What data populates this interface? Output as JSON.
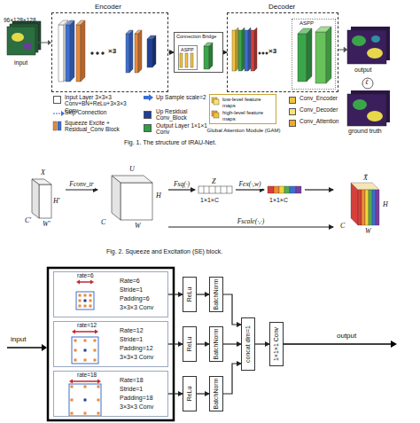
{
  "diagram": {
    "nodes": [
      {
        "text": [
          "Encoder"
        ]
      },
      {
        "text": [
          "Connection Bridge"
        ]
      },
      {
        "text": [
          "ASPP"
        ],
        "in": 1
      },
      {
        "text": [
          "Decoder"
        ]
      },
      {
        "text": [
          "ASPP"
        ],
        "in": 3
      },
      {
        "text": [
          "low-level feature maps",
          "high-level feature maps",
          "Global Attention Module (GAM)"
        ]
      },
      {
        "text": [
          "X",
          "H'",
          "W'",
          "C'"
        ]
      },
      {
        "text": [
          "U",
          "H",
          "W",
          "C"
        ]
      },
      {
        "text": [
          "Z",
          "1×1×C"
        ]
      },
      {
        "text": [
          "1×1×C"
        ]
      },
      {
        "text": [
          "X̃",
          "H",
          "W",
          "C"
        ]
      },
      {
        "text": [
          "rate=6",
          "Rate=6",
          "Stride=1",
          "Padding=6",
          "3×3×3 Conv"
        ]
      },
      {
        "text": [
          "rate=12",
          "Rate=12",
          "Stride=1",
          "Padding=12",
          "3×3×3 Conv"
        ]
      },
      {
        "text": [
          "rate=18",
          "Rate=18",
          "Stride=1",
          "Padding=18",
          "3×3×3 Conv"
        ]
      },
      {
        "text": [
          "ReLu"
        ]
      },
      {
        "text": [
          "ReLu"
        ]
      },
      {
        "text": [
          "ReLu"
        ]
      },
      {
        "text": [
          "BatchNorm"
        ]
      },
      {
        "text": [
          "BatchNorm"
        ]
      },
      {
        "text": [
          "BatchNorm"
        ]
      },
      {
        "text": [
          "concat dim=1"
        ]
      },
      {
        "text": [
          "1×1×1 Conv"
        ]
      }
    ],
    "edges": [
      {
        "from": 0,
        "to": 1,
        "arrow": "to"
      },
      {
        "from": 1,
        "to": 3,
        "arrow": "to"
      },
      {
        "from": 6,
        "to": 7,
        "label": "Fconv_tr",
        "arrow": "to"
      },
      {
        "from": 7,
        "to": 8,
        "label": "Fsq(·)",
        "arrow": "to"
      },
      {
        "from": 8,
        "to": 9,
        "label": "Fex(·,w)",
        "arrow": "to"
      },
      {
        "from": 9,
        "to": 10,
        "arrow": "to"
      },
      {
        "from": 7,
        "to": 10,
        "label": "Fscale(·,·)",
        "arrow": "to"
      },
      {
        "from": 11,
        "to": 14,
        "arrow": "to"
      },
      {
        "from": 12,
        "to": 15,
        "arrow": "to"
      },
      {
        "from": 13,
        "to": 16,
        "arrow": "to"
      },
      {
        "from": 14,
        "to": 17,
        "arrow": "to"
      },
      {
        "from": 15,
        "to": 18,
        "arrow": "to"
      },
      {
        "from": 16,
        "to": 19,
        "arrow": "to"
      },
      {
        "from": 17,
        "to": 20,
        "arrow": "to"
      },
      {
        "from": 18,
        "to": 20,
        "arrow": "to"
      },
      {
        "from": 19,
        "to": 20,
        "arrow": "to"
      },
      {
        "from": 20,
        "to": 21,
        "arrow": "to"
      }
    ],
    "labels": [
      "96×128×128",
      "input",
      "×3",
      "×3",
      "output",
      "ℓ",
      "ground truth",
      "Fig. 1. The structure of IRAU-Net.",
      "Fig. 2. Squeeze and Excitation (SE) block.",
      "input",
      "output"
    ],
    "legend": [
      {
        "text": "Input Layer 3×3×3 Conv+BN+ReLu+3×3×3 Conv",
        "color": "#ffffff"
      },
      {
        "text": "Skip Connection"
      },
      {
        "text": "Squeeze Excite + Residual_Conv Block"
      },
      {
        "text": "Up Sample scale=2"
      },
      {
        "text": "Up Residual Conv_Block",
        "color": "#1e3f9a"
      },
      {
        "text": "Output Layer 1×1×1 Conv",
        "color": "#2e9e44"
      },
      {
        "text": "Conv_Encoder",
        "color": "#f3c33b"
      },
      {
        "text": "Conv_Decoder",
        "color": "#f6e27a"
      },
      {
        "text": "Conv_Attention",
        "color": "#f0a830"
      }
    ]
  }
}
